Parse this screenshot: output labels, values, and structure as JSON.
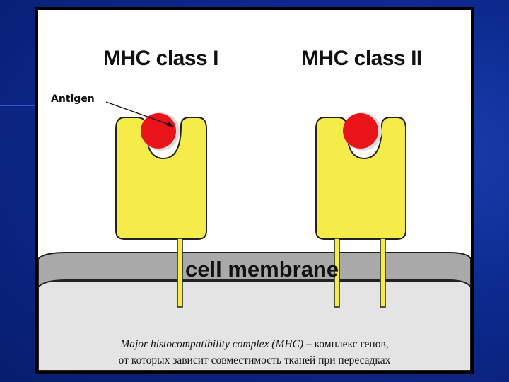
{
  "slide": {
    "title_class1": "MHC class I",
    "title_class2": "MHC class II",
    "antigen_label": "Antigen",
    "membrane_label": "cell membrane",
    "caption_line1_en": "Major histocompatibility complex (MHC)",
    "caption_line1_ru": " – комплекс генов,",
    "caption_line2": "от которых зависит совместимость тканей при пересадках"
  },
  "colors": {
    "receptor": "#f5ec4a",
    "antigen": "#e8141a",
    "membrane": "#a9a9a9",
    "cytoplasm": "#e4e4e4",
    "panel_bg": "#ffffff",
    "page_bg": "#0c2a8f"
  }
}
